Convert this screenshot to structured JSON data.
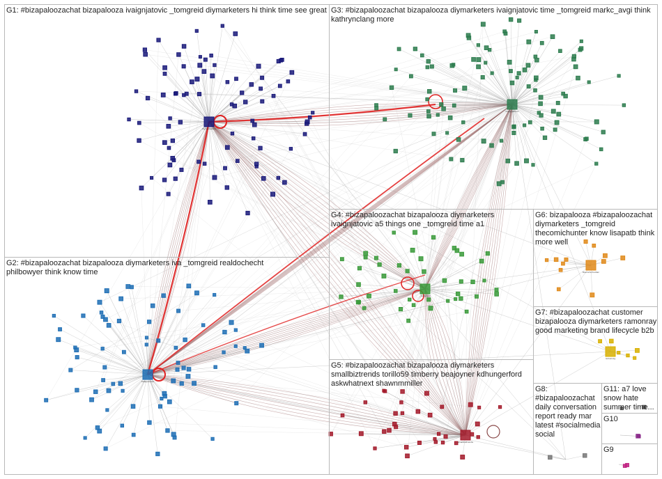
{
  "groups": [
    {
      "id": "G1",
      "label": "G1: #bizapaloozachat bizapalooza ivaignjatovic _tomgreid diymarketers hi think time see great",
      "color": "#1a1a7a"
    },
    {
      "id": "G2",
      "label": "G2: #bizapaloozachat bizapalooza diymarketers iva _tomgreid realdochecht philbowyer think know time",
      "color": "#1f6fb5"
    },
    {
      "id": "G3",
      "label": "G3: #bizapaloozachat bizapalooza diymarketers ivaignjatovic time _tomgreid markc_avgi think kathrynclang more",
      "color": "#2e7d4f"
    },
    {
      "id": "G4",
      "label": "G4: #bizapaloozachat bizapalooza diymarketers ivaignjatovic a5 things one _tomgreid time a1",
      "color": "#3a9a3a"
    },
    {
      "id": "G5",
      "label": "G5: #bizapaloozachat bizapalooza diymarketers smallbiztrends torillo59 timberry beajoyner kdhungerford askwhatnext shawnmmiller",
      "color": "#a31a2a"
    },
    {
      "id": "G6",
      "label": "G6: bizapalooza #bizapaloozachat diymarketers _tomgreid thecomichunter know lisapatb think more well",
      "color": "#e08a1a"
    },
    {
      "id": "G7",
      "label": "G7: #bizapaloozachat customer bizapalooza diymarketers ramonray good marketing brand lifecycle b2b",
      "color": "#d8b000"
    },
    {
      "id": "G8",
      "label": "G8: #bizapaloozachat daily conversation report ready mar latest #socialmedia social",
      "color": "#777777"
    },
    {
      "id": "G11",
      "label": "G11: a7 love snow hate summer time...",
      "color": "#555555"
    },
    {
      "id": "G10",
      "label": "G10",
      "color": "#8a2a8a"
    },
    {
      "id": "G9",
      "label": "G9",
      "color": "#c02080"
    }
  ],
  "hubs": [
    {
      "group": "G1",
      "label": "diymarketers"
    },
    {
      "group": "G2",
      "label": "bizapalooza"
    },
    {
      "group": "G3",
      "label": "ivaignjatovic"
    },
    {
      "group": "G4",
      "label": "_tomgreid"
    },
    {
      "group": "G5",
      "label": "smallbiztrends"
    },
    {
      "group": "G6",
      "label": "thecomichunter"
    },
    {
      "group": "G7",
      "label": "ramonray"
    }
  ],
  "colors": {
    "edge": "#9a9a9a",
    "edge_heavy": "#8a4a4a",
    "edge_strong": "#e02020"
  }
}
